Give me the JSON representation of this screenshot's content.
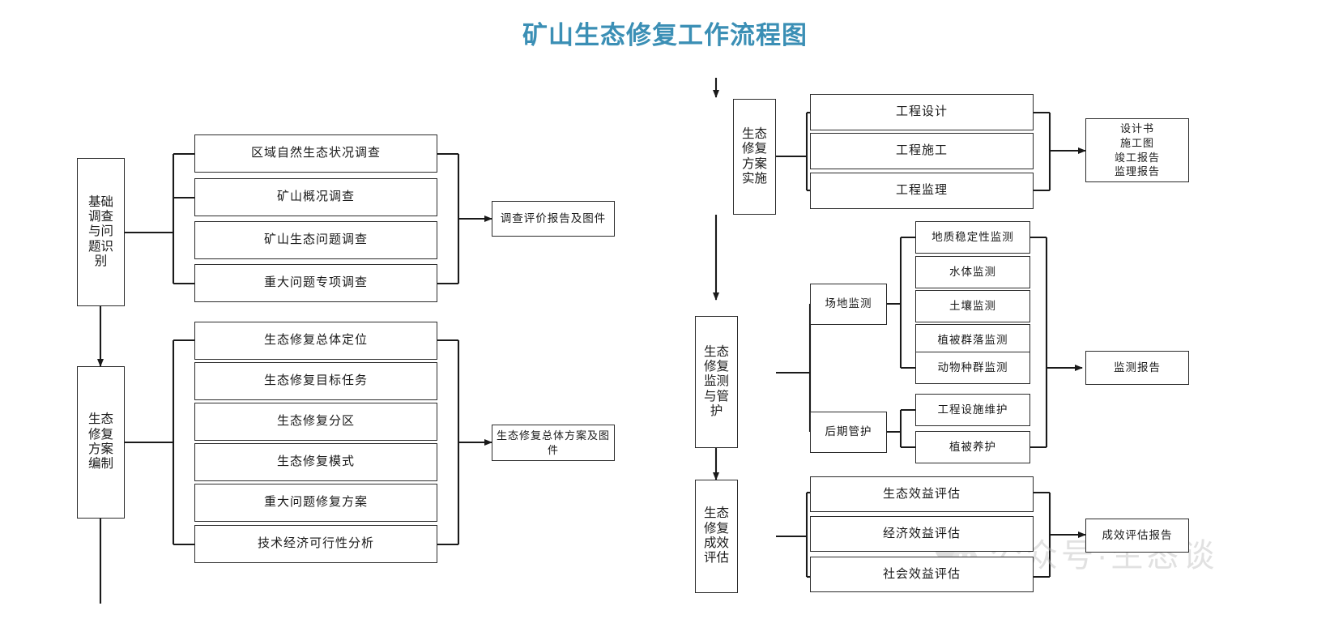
{
  "title": "矿山生态修复工作流程图",
  "accent_color": "#3b8fb5",
  "line_color": "#2b2b2b",
  "stages": [
    {
      "id": "stage-basic-survey",
      "label": "基础调查与问题识别",
      "tasks": [
        "区域自然生态状况调查",
        "矿山概况调查",
        "矿山生态问题调查",
        "重大问题专项调查"
      ],
      "output": "调查评价报告及图件"
    },
    {
      "id": "stage-plan-compilation",
      "label": "生态修复方案编制",
      "tasks": [
        "生态修复总体定位",
        "生态修复目标任务",
        "生态修复分区",
        "生态修复模式",
        "重大问题修复方案",
        "技术经济可行性分析"
      ],
      "output": "生态修复总体方案及图件"
    },
    {
      "id": "stage-plan-implementation",
      "label": "生态修复方案实施",
      "tasks": [
        "工程设计",
        "工程施工",
        "工程监理"
      ],
      "output": "设计书\n施工图\n竣工报告\n监理报告"
    },
    {
      "id": "stage-monitoring-management",
      "label": "生态修复监测与管护",
      "groups": [
        {
          "label": "场地监测",
          "items": [
            "地质稳定性监测",
            "水体监测",
            "土壤监测",
            "植被群落监测",
            "动物种群监测"
          ]
        },
        {
          "label": "后期管护",
          "items": [
            "工程设施维护",
            "植被养护"
          ]
        }
      ],
      "output": "监测报告"
    },
    {
      "id": "stage-effect-evaluation",
      "label": "生态修复成效评估",
      "tasks": [
        "生态效益评估",
        "经济效益评估",
        "社会效益评估"
      ],
      "output": "成效评估报告"
    }
  ],
  "watermark": {
    "text": "公众号·生态谈",
    "logo": "wechat-logo"
  }
}
